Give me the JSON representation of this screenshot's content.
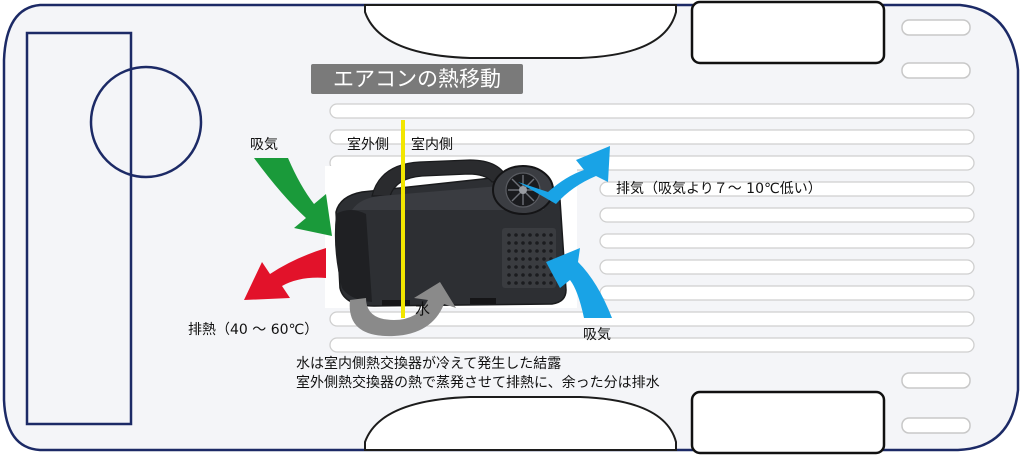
{
  "title": "エアコンの熱移動",
  "labels": {
    "intake_left": "吸気",
    "outdoor_side": "室外側",
    "indoor_side": "室内側",
    "exhaust_right": "排気（吸気より７～ 10℃低い）",
    "intake_right": "吸気",
    "exhaust_heat": "排熱（40 ～ 60℃）",
    "water": "水"
  },
  "note": {
    "line1": "水は室内側熱交換器が冷えて発生した結露",
    "line2": "室外側熱交換器の熱で蒸発させて排熱に、余った分は排水"
  },
  "icons": {
    "intake_left_arrow": "curved-arrow-in-icon",
    "exhaust_heat_arrow": "curved-arrow-out-icon",
    "exhaust_right_arrow": "curved-arrow-out-icon",
    "intake_right_arrow": "curved-arrow-in-icon",
    "water_arrow": "u-turn-arrow-icon",
    "device": "portable-air-conditioner-icon"
  },
  "colors": {
    "green": "#1a9a3a",
    "red": "#e2122a",
    "blue": "#19a3e6",
    "gray": "#8a8a8a",
    "yellow": "#f2e600",
    "vehicle_outline": "#1c2a66",
    "vehicle_fill": "#f4f5f8",
    "title_bg": "#7a7a7a"
  }
}
